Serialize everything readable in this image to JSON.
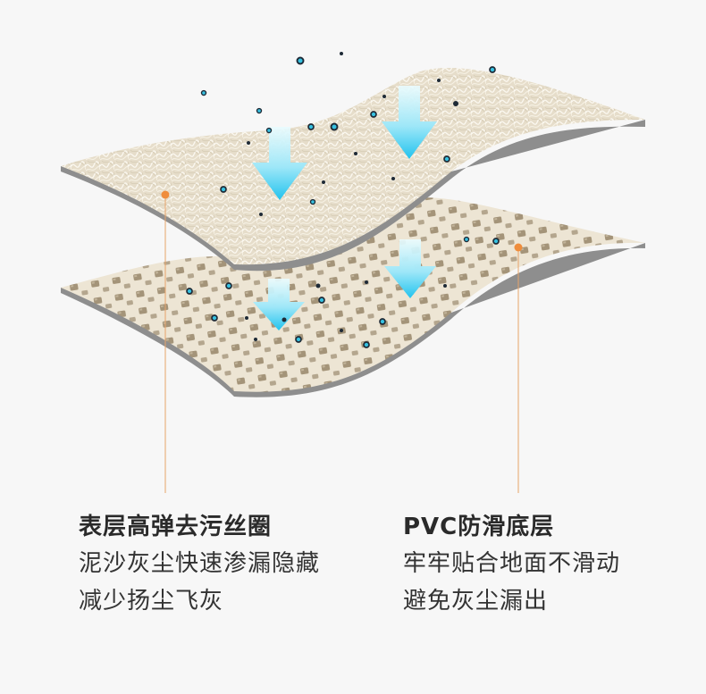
{
  "callouts": {
    "top": {
      "title": "表层高弹去污丝圈",
      "lines": [
        "泥沙灰尘快速渗漏隐藏",
        "减少扬尘飞灰"
      ]
    },
    "bottom": {
      "title": "PVC防滑底层",
      "lines": [
        "牢牢贴合地面不滑动",
        "避免灰尘漏出"
      ]
    }
  },
  "colors": {
    "background": "#f7f7f7",
    "coil_surface": "#e9e1d0",
    "coil_strand": "#fbf8f0",
    "pvc_surface": "#ece4d3",
    "pvc_hole": "#9c8c73",
    "layer_edge": "#8f8f8f",
    "arrow_top": "#e9fbff",
    "arrow_bottom": "#27c6ef",
    "dust_dark": "#1e2a36",
    "dust_cyan": "#37c1e1",
    "leader_line": "#e7a46a",
    "leader_dot": "#ef8d3c"
  },
  "icons": [
    "arrow-down-icon",
    "dust-particle-icon",
    "leader-dot-icon"
  ]
}
